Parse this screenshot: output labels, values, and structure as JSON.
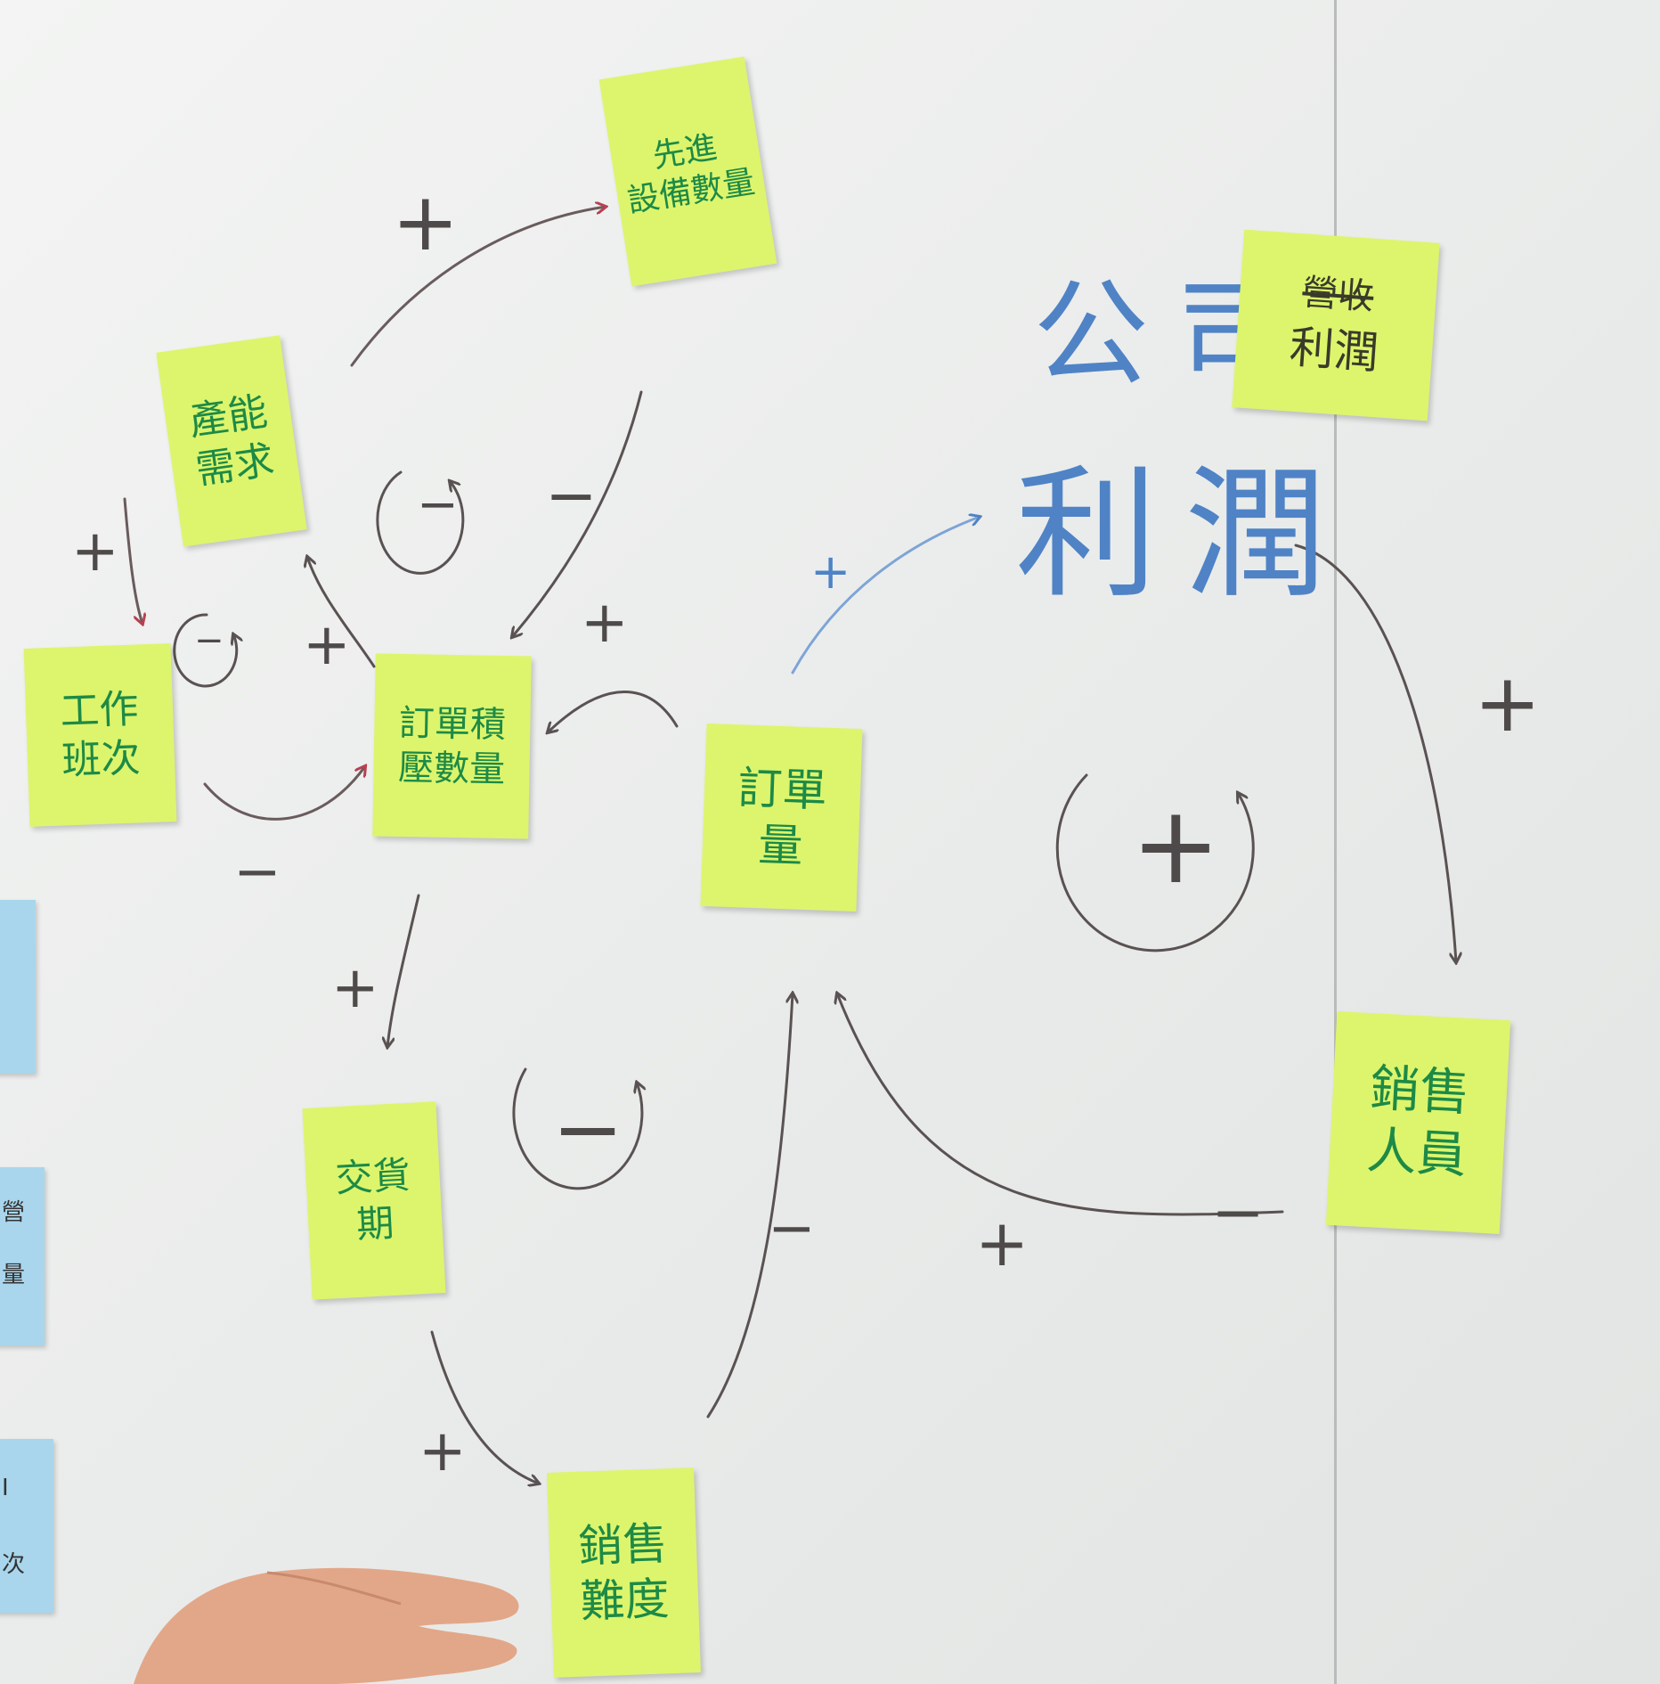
{
  "board": {
    "paper_color": "#eceeed",
    "note_color": "#dcf56d",
    "ink_dark": "#4f4a4a",
    "ink_blue": "#4f83c6",
    "ink_green": "#1d8a46",
    "side_card_color": "#a9d6ec"
  },
  "notes": {
    "xianjin_shebei": "先進\n設備數量",
    "chanxu_xuqiu": "產能\n需求",
    "gongzuo_banci": "工作\n班次",
    "dingdan_chuli": "訂單積\n壓數量",
    "dingdan_liang": "訂單\n量",
    "jiaohuo_qi": "交貨\n期",
    "xiaoshou_nandu": "銷售\n難度",
    "xiaoshou_renyuan": "銷售\n人員",
    "profit_strike": "營收",
    "profit": "利潤"
  },
  "handwriting": {
    "company_profit_top": "公司",
    "company_profit_bottom": "利潤"
  },
  "polarity": {
    "plus": "+",
    "minus": "−"
  },
  "loops": {
    "positive": "+",
    "negative": "−"
  },
  "side_cards": {
    "card_2_char": "營",
    "card_2b_char": "量",
    "card_3_char_a": "I",
    "card_3_char_b": "次"
  },
  "icons": [
    "hand-icon"
  ]
}
